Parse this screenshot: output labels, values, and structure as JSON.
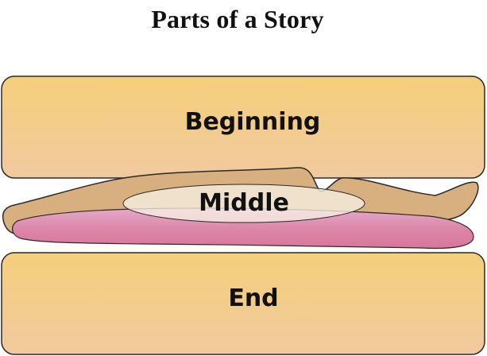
{
  "title": "Parts of a Story",
  "parts": {
    "beginning": "Beginning",
    "middle": "Middle",
    "end": "End"
  },
  "colors": {
    "bread_top": "#f4cf7a",
    "bread_bottom": "#f1c99f",
    "meat": "#d8b07f",
    "filling_top": "#e4a7c5",
    "filling_bottom": "#d9769a",
    "oval": "#f6eee3",
    "outline": "#2a2a2a"
  }
}
